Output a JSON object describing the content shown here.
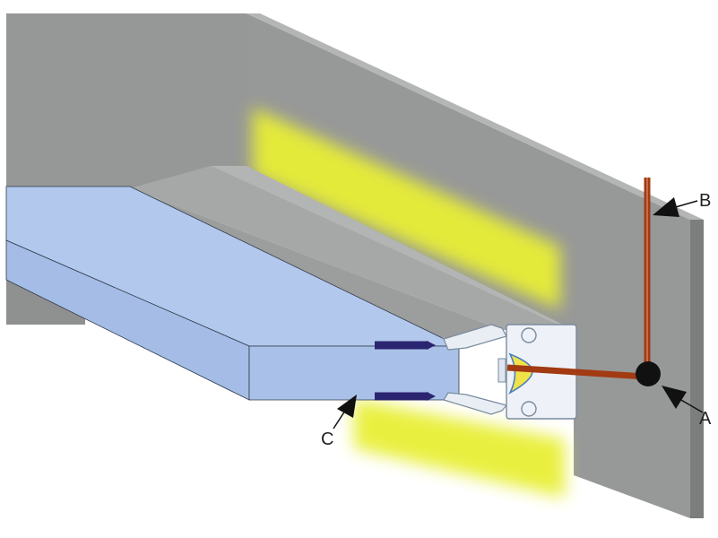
{
  "labels": {
    "a": "A",
    "b": "B",
    "c": "C"
  },
  "colors": {
    "wall_face": "#969797",
    "wall_side": "#8a8b8b",
    "wall_edge": "#b4b5b5",
    "shelf_top": "#b2c8ec",
    "shelf_front": "#a9c1e8",
    "light_glow": "#e8ef35",
    "profile": "#eef2f8",
    "profile_stroke": "#7a8a9c",
    "cable": "#a23a12",
    "arrow_fill": "#2b2470",
    "pointer": "#111111"
  },
  "icons": {
    "insert_arrows": "arrow-right-icon",
    "callout_pointers": "arrow-pointer-icon",
    "lens": "led-lens-icon",
    "connector": "cable-connector-icon"
  }
}
